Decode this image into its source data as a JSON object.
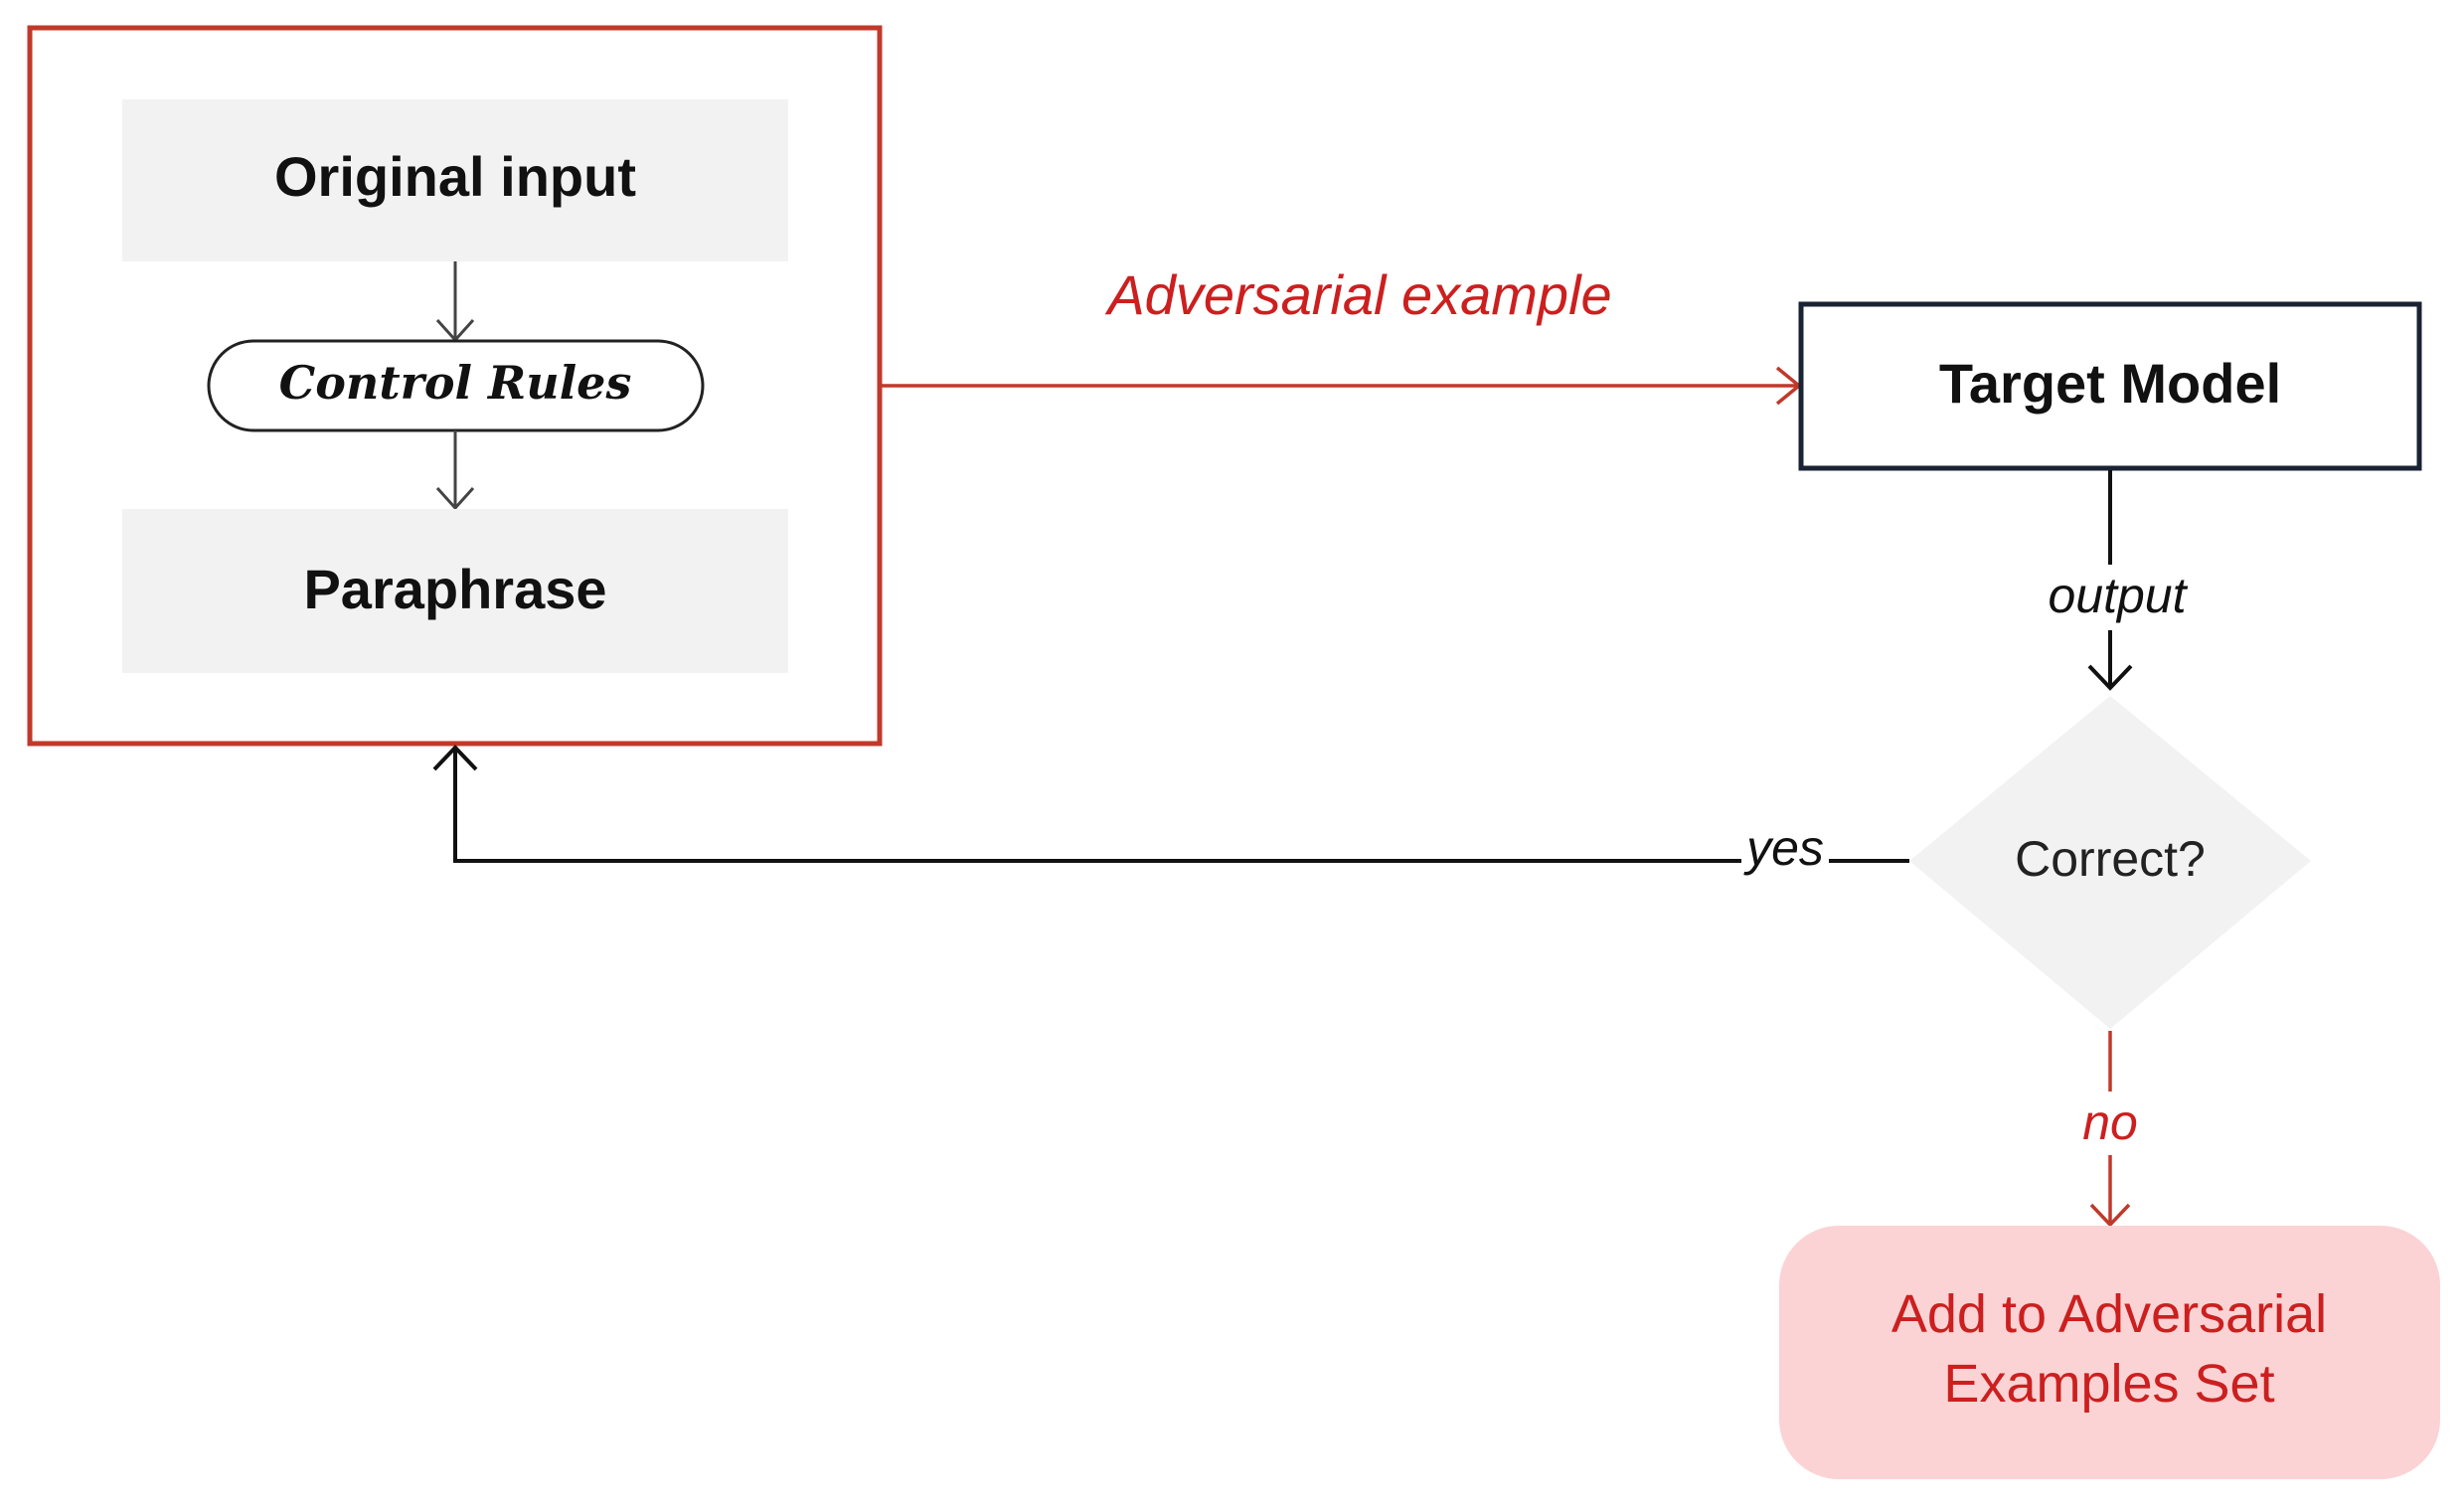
{
  "colors": {
    "accent_red": "#c0392b",
    "text_red": "#cc1f1f",
    "box_fill": "#f2f2f2",
    "pink_fill": "#fbd3d4",
    "dark": "#1a1a1a"
  },
  "nodes": {
    "original_input": "Original input",
    "control_rules": "Control Rules",
    "paraphrase": "Paraphrase",
    "target_model": "Target Model",
    "decision": "Correct?",
    "result_line1": "Add to Adversarial",
    "result_line2": "Examples Set"
  },
  "edges": {
    "adversarial_example": "Adversarial example",
    "output": "output",
    "yes": "yes",
    "no": "no"
  }
}
